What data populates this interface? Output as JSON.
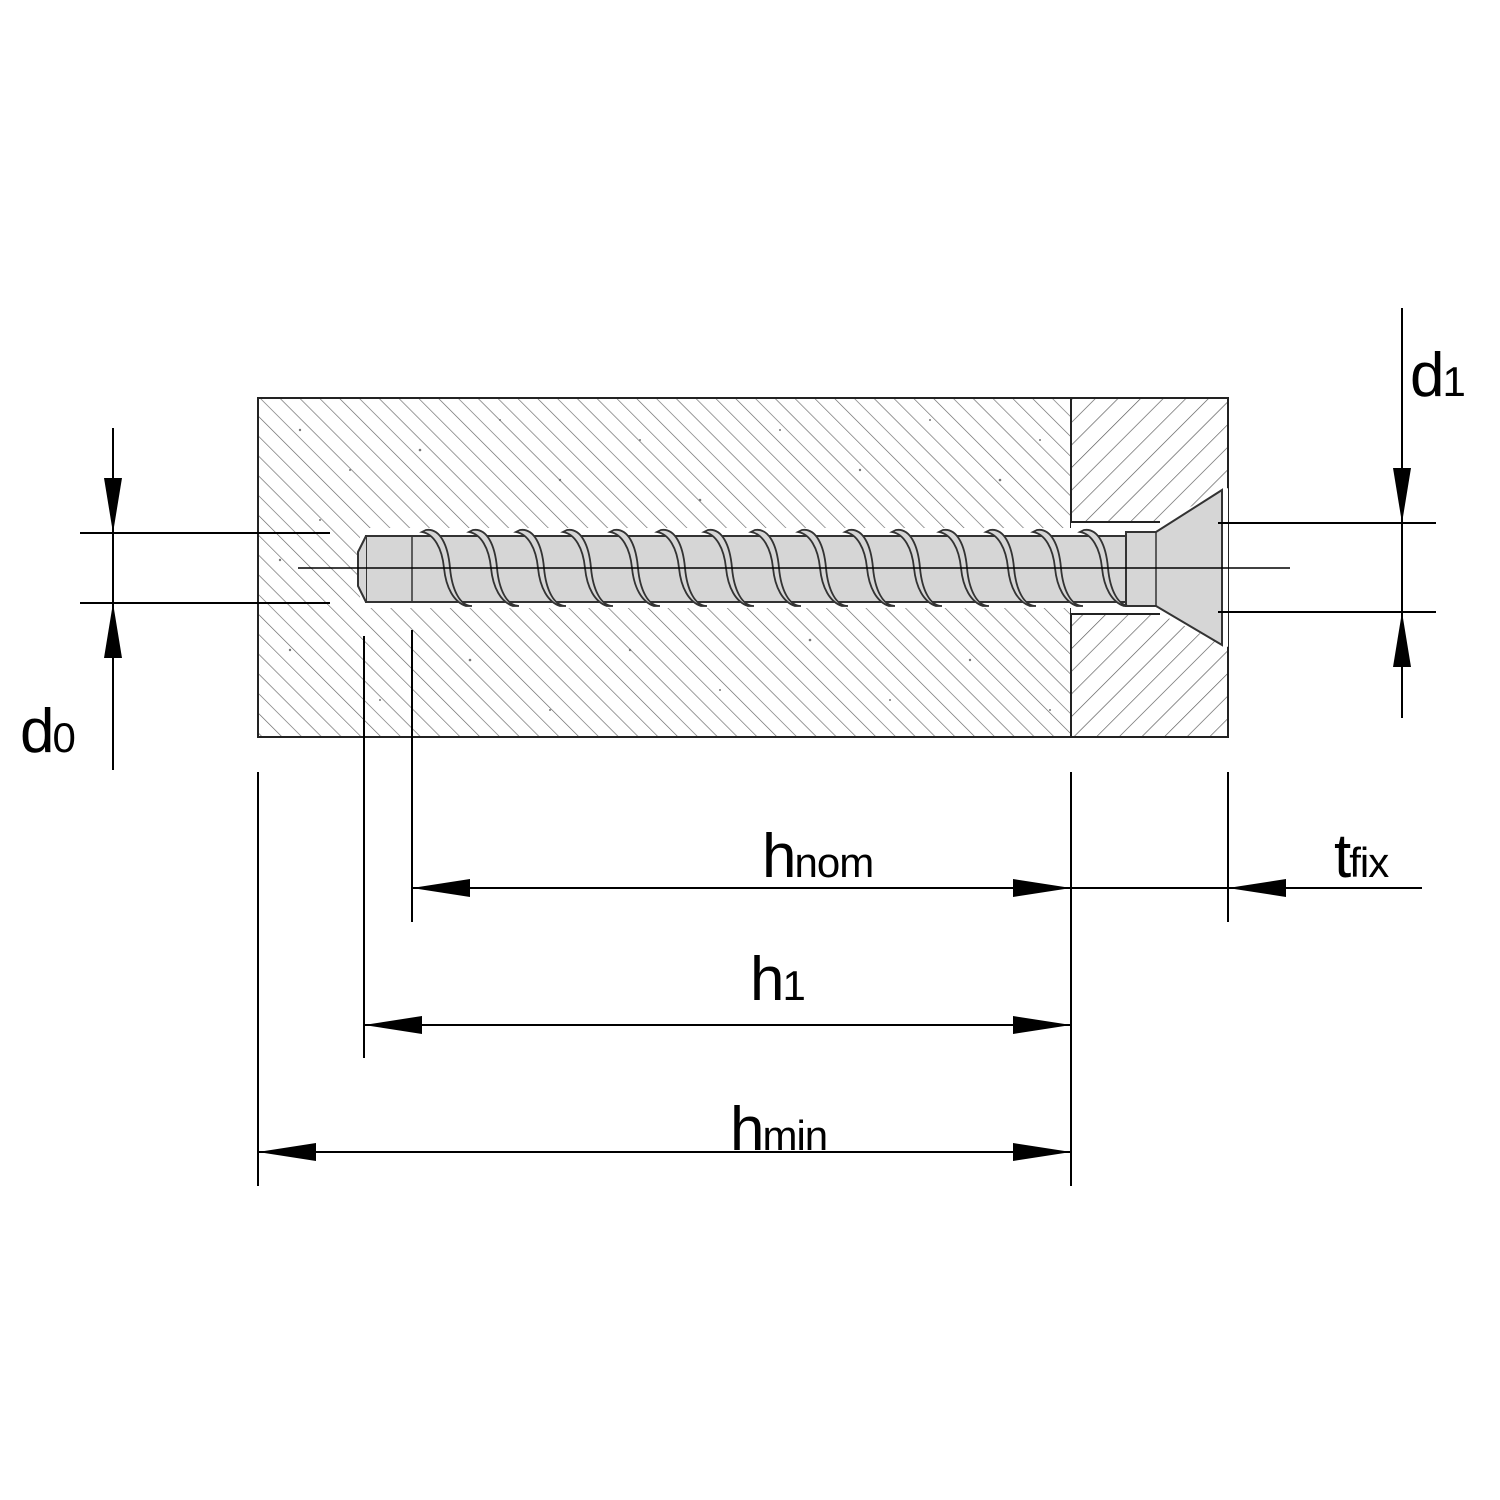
{
  "colors": {
    "line": "#000000",
    "hatch": "#555555",
    "screw_fill": "#d6d6d6",
    "screw_stroke": "#333333",
    "background": "#ffffff"
  },
  "labels": {
    "d0": {
      "main": "d",
      "sub": "0"
    },
    "d1": {
      "main": "d",
      "sub": "1"
    },
    "hnom": {
      "main": "h",
      "sub": "nom"
    },
    "h1": {
      "main": "h",
      "sub": "1"
    },
    "hmin": {
      "main": "h",
      "sub": "min"
    },
    "tfix": {
      "main": "t",
      "sub": "fix"
    }
  }
}
